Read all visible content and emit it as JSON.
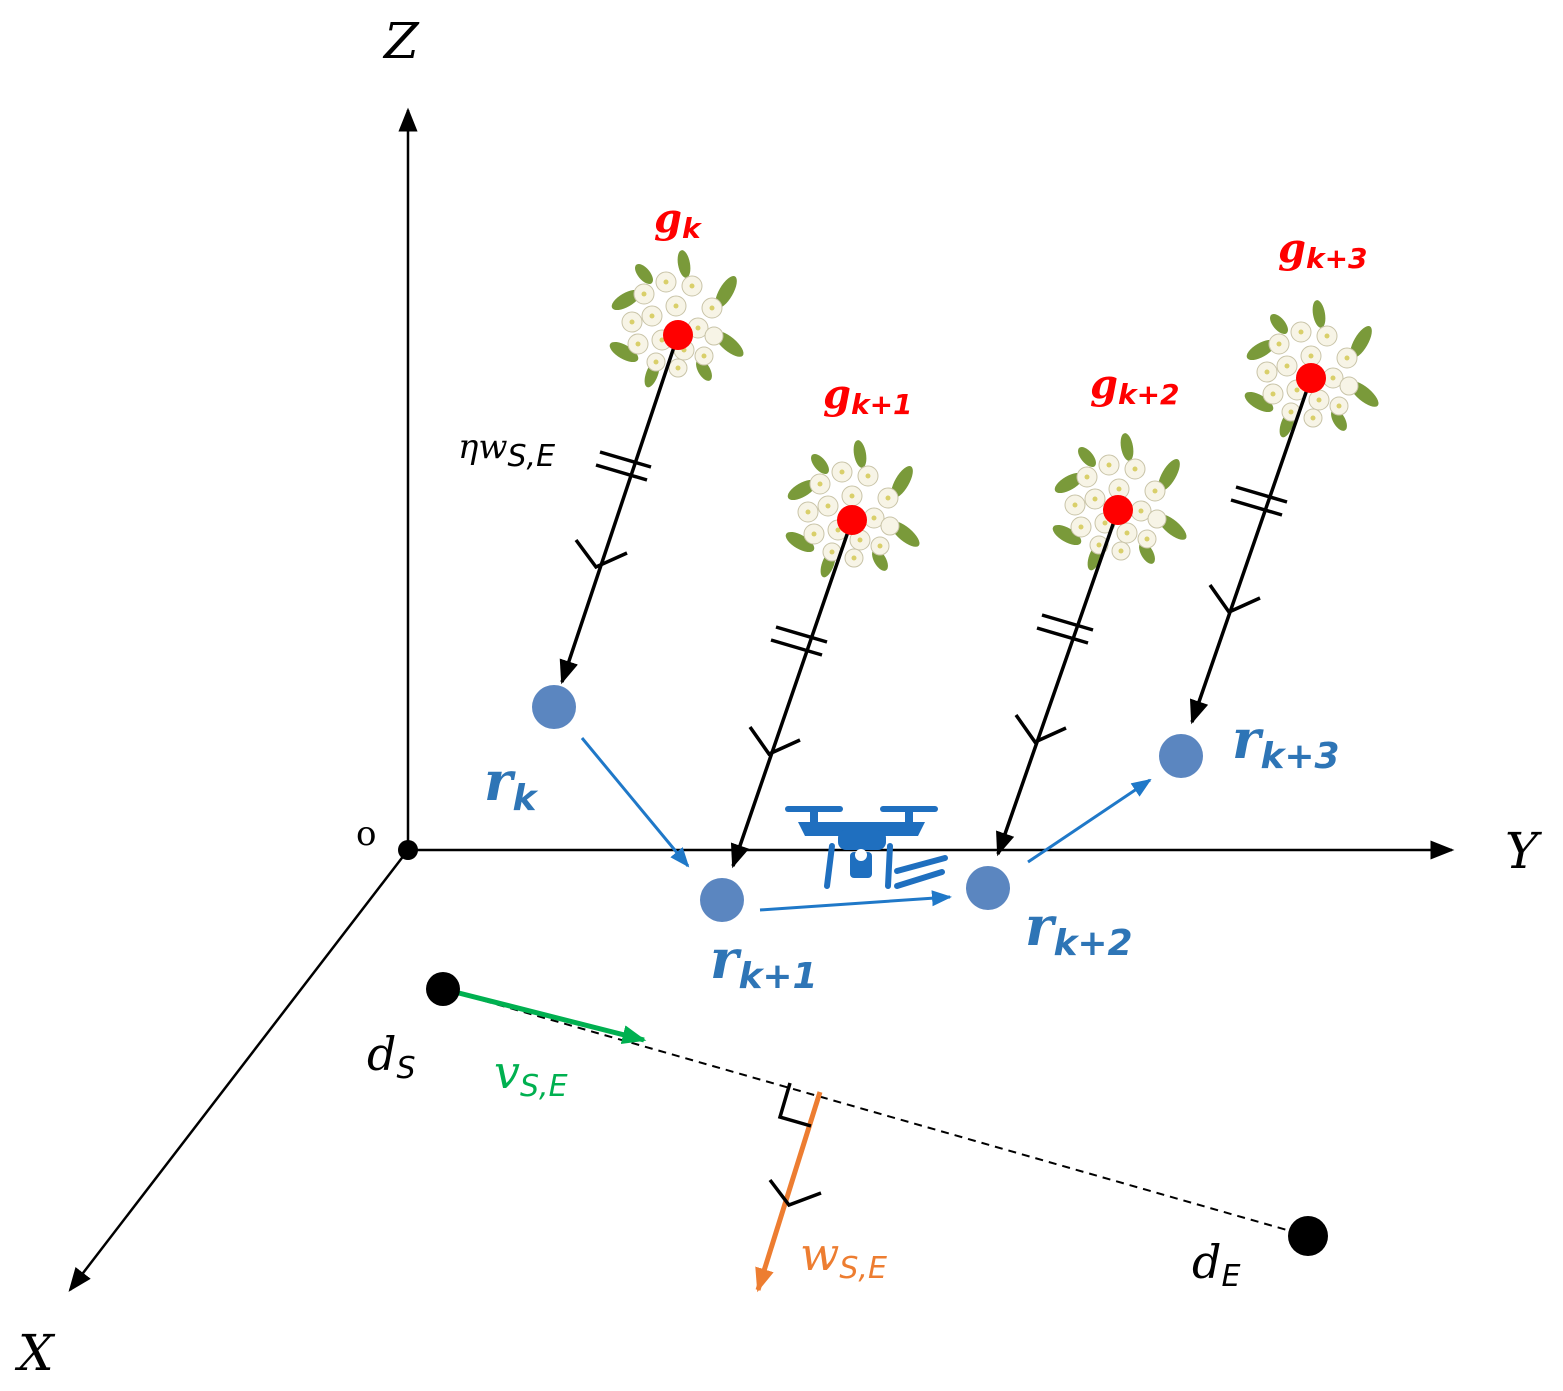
{
  "axes": {
    "x": "X",
    "y": "Y",
    "z": "Z",
    "origin": "o"
  },
  "g_points": [
    {
      "base": "g",
      "sub": "k"
    },
    {
      "base": "g",
      "sub": "k+1"
    },
    {
      "base": "g",
      "sub": "k+2"
    },
    {
      "base": "g",
      "sub": "k+3"
    }
  ],
  "r_points": [
    {
      "base": "r",
      "sub": "k"
    },
    {
      "base": "r",
      "sub": "k+1"
    },
    {
      "base": "r",
      "sub": "k+2"
    },
    {
      "base": "r",
      "sub": "k+3"
    }
  ],
  "d_start": {
    "base": "d",
    "sub": "S"
  },
  "d_end": {
    "base": "d",
    "sub": "E"
  },
  "v_vec": {
    "base": "v",
    "sub": "S,E"
  },
  "w_vec": {
    "base": "w",
    "sub": "S,E"
  },
  "eta_w": {
    "base": "ηw",
    "sub": "S,E"
  },
  "colors": {
    "g_point": "#ff0000",
    "r_point": "#5b86c0",
    "r_label": "#2e75b6",
    "flow_arrow": "#1f78c8",
    "v_vector": "#00b050",
    "w_vector": "#ed7d31",
    "drone": "#1f6fbf"
  },
  "icons": {
    "blossom": "blossom-cluster-icon",
    "drone": "drone-icon"
  }
}
